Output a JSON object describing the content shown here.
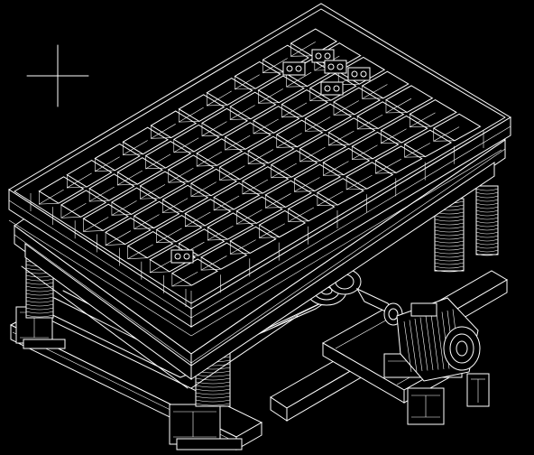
{
  "drawing": {
    "background": "#000000",
    "stroke": "#ffffff",
    "grid_rows": 7,
    "grid_cols": 10,
    "springs": 4,
    "bolt_groups": 6
  }
}
